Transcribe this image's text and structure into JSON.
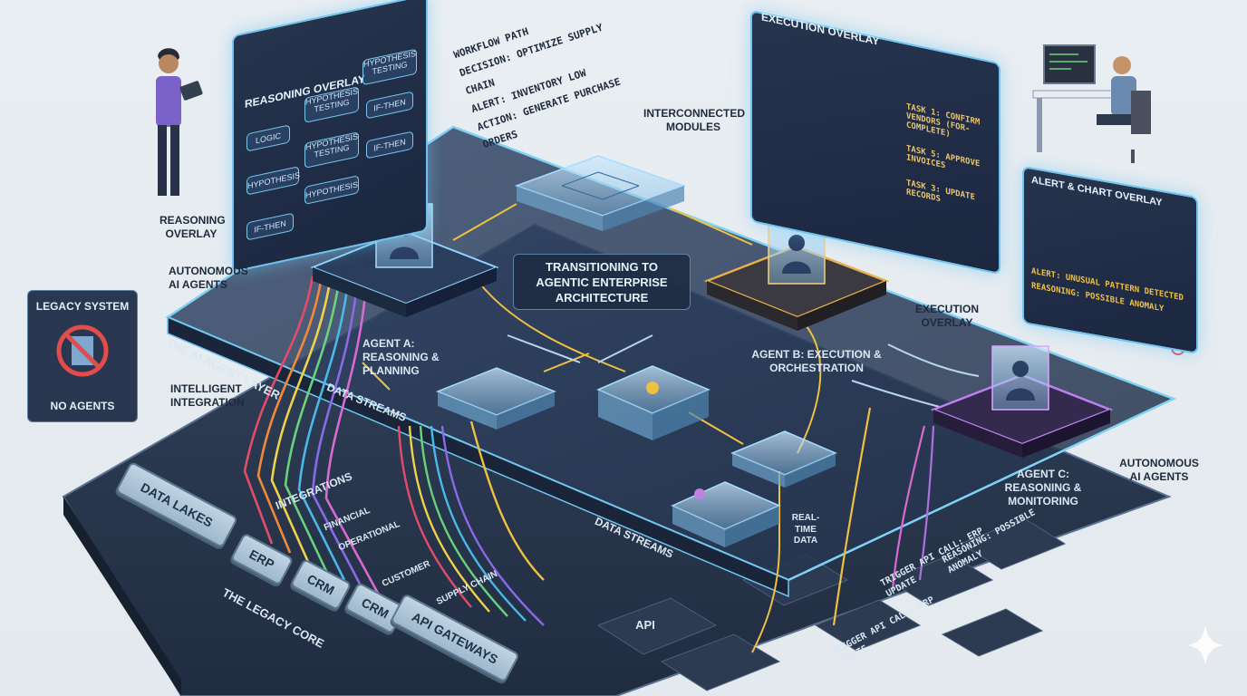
{
  "title": {
    "line1": "Transitioning to",
    "line2": "Agentic Enterprise",
    "line3": "Architecture"
  },
  "reasoning_panel": {
    "title": "Reasoning Overlay",
    "nodes": [
      "Logic",
      "Hypothesis Testing",
      "Hypothesis Testing",
      "Hypothesis",
      "Hypothesis Testing",
      "If-Then",
      "If-Then",
      "Hypothesis",
      "If-Then"
    ]
  },
  "workflow": {
    "title": "Workflow Path",
    "decision": "Decision: Optimize Supply Chain",
    "alert": "Alert: Inventory Low",
    "action": "Action: Generate Purchase Orders"
  },
  "execution_panel": {
    "title": "Execution Overlay",
    "task1": "Task 1: Confirm Vendors (for-complete)",
    "task2": "Task 5: Approve Invoices",
    "task3": "Task 3: Update Records"
  },
  "alert_panel": {
    "title": "Alert & Chart Overlay",
    "alert": "Alert: Unusual Pattern Detected",
    "reasoning": "Reasoning: Possible Anomaly"
  },
  "legacy_box": {
    "title": "Legacy System",
    "subtitle": "No Agents"
  },
  "labels": {
    "reasoning_overlay": "Reasoning Overlay",
    "autonomous_left": "Autonomous AI Agents",
    "intelligent": "Intelligent Integration",
    "ai_layer": "The AI Agent Layer",
    "interconnected": "Interconnected Modules",
    "execution_overlay": "Execution Overlay",
    "autonomous_right": "Autonomous AI Agents",
    "agent_a": "Agent A: Reasoning & Planning",
    "agent_b": "Agent B: Execution & Orchestration",
    "agent_c": "Agent C: Reasoning & Monitoring",
    "data_streams_1": "Data Streams",
    "data_streams_2": "Data Streams",
    "integrations": "Integrations",
    "financial": "Financial",
    "operational": "Operational",
    "customer": "Customer",
    "supply_chain": "Supply Chain",
    "real_time": "Real-Time Data",
    "trigger_1": "Trigger API Call: ERP Update",
    "reasoning_anomaly": "Reasoning: Possible Anomaly",
    "trigger_2": "Trigger API Call: ERP Update",
    "legacy_core": "The Legacy Core",
    "api_tile": "API"
  },
  "legacy_chips": [
    "Data Lakes",
    "ERP",
    "CRM",
    "CRM",
    "API Gateways"
  ],
  "colors": {
    "platform_top": "#2b3a55",
    "glow": "#6fc4f0",
    "agent_b_accent": "#e8b04a",
    "agent_c_accent": "#b070e0",
    "stream_colors": [
      "#e24c6a",
      "#f08a3a",
      "#f0d24a",
      "#6ad27a",
      "#4ab8e8",
      "#8a6ae8",
      "#d86ad0"
    ]
  }
}
